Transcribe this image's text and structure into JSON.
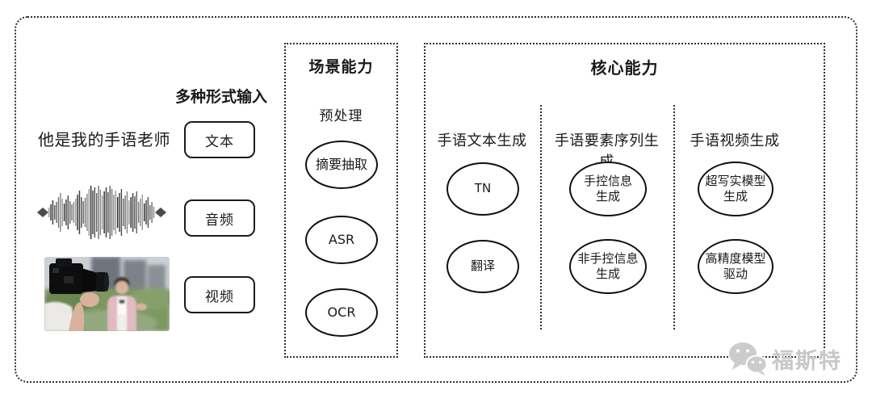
{
  "canvas": {
    "background": "#ffffff",
    "border_color": "#2f2f2f",
    "node_stroke_color": "#101010"
  },
  "input_section": {
    "label": "多种形式输入",
    "sentence": "他是我的手语老师",
    "waveform_icon": "audio-waveform",
    "photo_icon": "reporter-interview-photo",
    "items": [
      {
        "label": "文本"
      },
      {
        "label": "音频"
      },
      {
        "label": "视频"
      }
    ]
  },
  "scene_box": {
    "title": "场景能力",
    "subtitle": "预处理",
    "nodes": [
      "摘要抽取",
      "ASR",
      "OCR"
    ]
  },
  "core_box": {
    "title": "核心能力",
    "columns": [
      {
        "header": "手语文本生成",
        "nodes": [
          "TN",
          "翻译"
        ]
      },
      {
        "header": "手语要素序列生成",
        "nodes": [
          "手控信息\n生成",
          "非手控信息\n生成"
        ]
      },
      {
        "header": "手语视频生成",
        "nodes": [
          "超写实模型\n生成",
          "高精度模型\n驱动"
        ]
      }
    ]
  },
  "watermark": {
    "logo_icon": "wechat-logo",
    "text": "福斯特",
    "color": "#c8c8c8"
  }
}
